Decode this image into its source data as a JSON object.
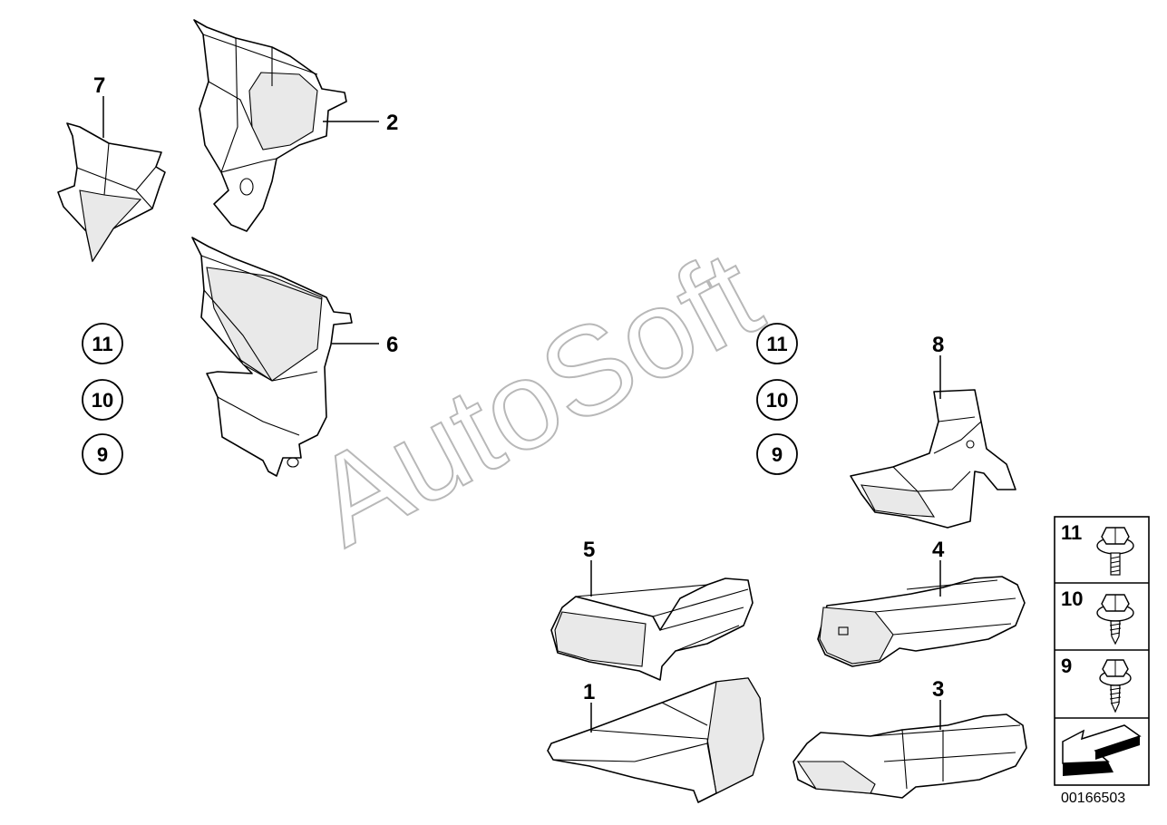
{
  "diagram": {
    "callouts": [
      {
        "id": "c7",
        "label": "7"
      },
      {
        "id": "c2",
        "label": "2"
      },
      {
        "id": "c6",
        "label": "6"
      },
      {
        "id": "c8",
        "label": "8"
      },
      {
        "id": "c5",
        "label": "5"
      },
      {
        "id": "c4",
        "label": "4"
      },
      {
        "id": "c1",
        "label": "1"
      },
      {
        "id": "c3",
        "label": "3"
      }
    ],
    "left_circles": [
      "11",
      "10",
      "9"
    ],
    "right_circles": [
      "11",
      "10",
      "9"
    ],
    "fastener_panel": [
      "11",
      "10",
      "9"
    ],
    "watermark": "AutoSoft",
    "reference_number": "00166503"
  }
}
